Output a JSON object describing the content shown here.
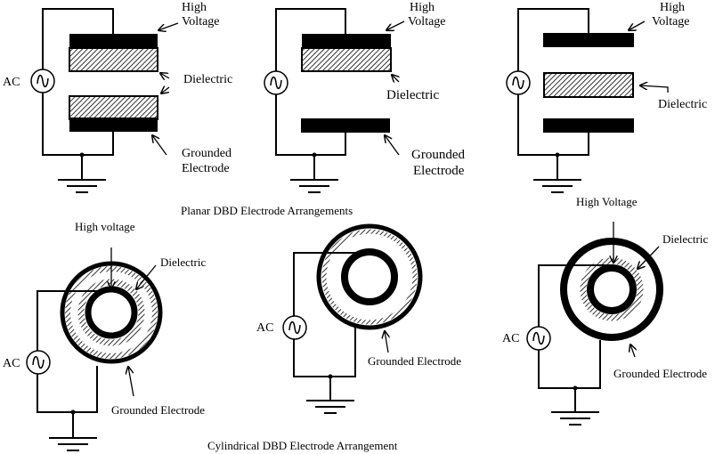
{
  "figure": {
    "planar_caption": "Planar DBD Electrode Arrangements",
    "cylindrical_caption": "Cylindrical DBD Electrode Arrangement",
    "colors": {
      "ink": "#000000",
      "background": "#ffffff"
    }
  },
  "planar": [
    {
      "id": "planar-both-dielectric",
      "source_label": "AC",
      "high_voltage_label_1": "High",
      "high_voltage_label_2": "Voltage",
      "dielectric_label": "Dielectric",
      "ground_label_1": "Grounded",
      "ground_label_2": "Electrode"
    },
    {
      "id": "planar-single-dielectric",
      "high_voltage_label_1": "High",
      "high_voltage_label_2": "Voltage",
      "dielectric_label": "Dielectric",
      "ground_label_1": "Grounded",
      "ground_label_2": "Electrode"
    },
    {
      "id": "planar-floating-dielectric",
      "high_voltage_label_1": "High",
      "high_voltage_label_2": "Voltage",
      "dielectric_label": "Dielectric"
    }
  ],
  "cylindrical": [
    {
      "id": "cyl-double-dielectric",
      "source_label": "AC",
      "high_voltage_label": "High voltage",
      "dielectric_label": "Dielectric",
      "ground_label": "Grounded Electrode"
    },
    {
      "id": "cyl-outer-dielectric",
      "source_label": "AC",
      "ground_label": "Grounded Electrode"
    },
    {
      "id": "cyl-inner-dielectric",
      "source_label": "AC",
      "high_voltage_label": "High Voltage",
      "dielectric_label": "Dielectric",
      "ground_label": "Grounded Electrode"
    }
  ]
}
